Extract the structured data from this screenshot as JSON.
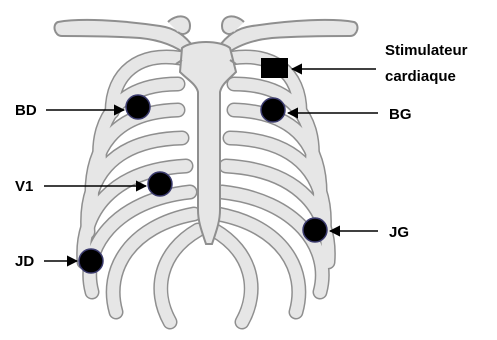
{
  "diagram": {
    "labels": {
      "pacemaker_line1": "Stimulateur",
      "pacemaker_line2": "cardiaque",
      "bd": "BD",
      "bg": "BG",
      "v1": "V1",
      "jg": "JG",
      "jd": "JD"
    },
    "colors": {
      "bone_fill": "#e6e6e6",
      "bone_stroke": "#8f8f8f",
      "electrode_fill": "#000000",
      "electrode_stroke": "#3b3b6e",
      "pacemaker": "#000000",
      "arrow": "#000000"
    }
  }
}
